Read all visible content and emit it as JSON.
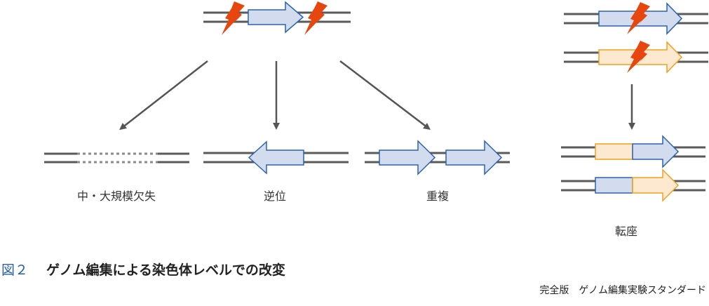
{
  "figure": {
    "number": "図２",
    "title": "ゲノム編集による染色体レベルでの改変",
    "credit": "完全版　ゲノム編集実験スタンダード"
  },
  "colors": {
    "dna_line": "#5a5a5a",
    "gene_blue_fill": "#d3dbee",
    "gene_blue_stroke": "#2a63ad",
    "gene_orange_fill": "#fde9cf",
    "gene_orange_stroke": "#f0a020",
    "lightning": "#e8460f",
    "arrow": "#555555",
    "caption_number": "#2a5fa8"
  },
  "panels": {
    "source": {
      "description": "gene with two double-strand breaks"
    },
    "outcomes": [
      {
        "id": "deletion",
        "label": "中・大規模欠失"
      },
      {
        "id": "inversion",
        "label": "逆位"
      },
      {
        "id": "duplication",
        "label": "重複"
      },
      {
        "id": "translocation",
        "label": "転座"
      }
    ]
  }
}
